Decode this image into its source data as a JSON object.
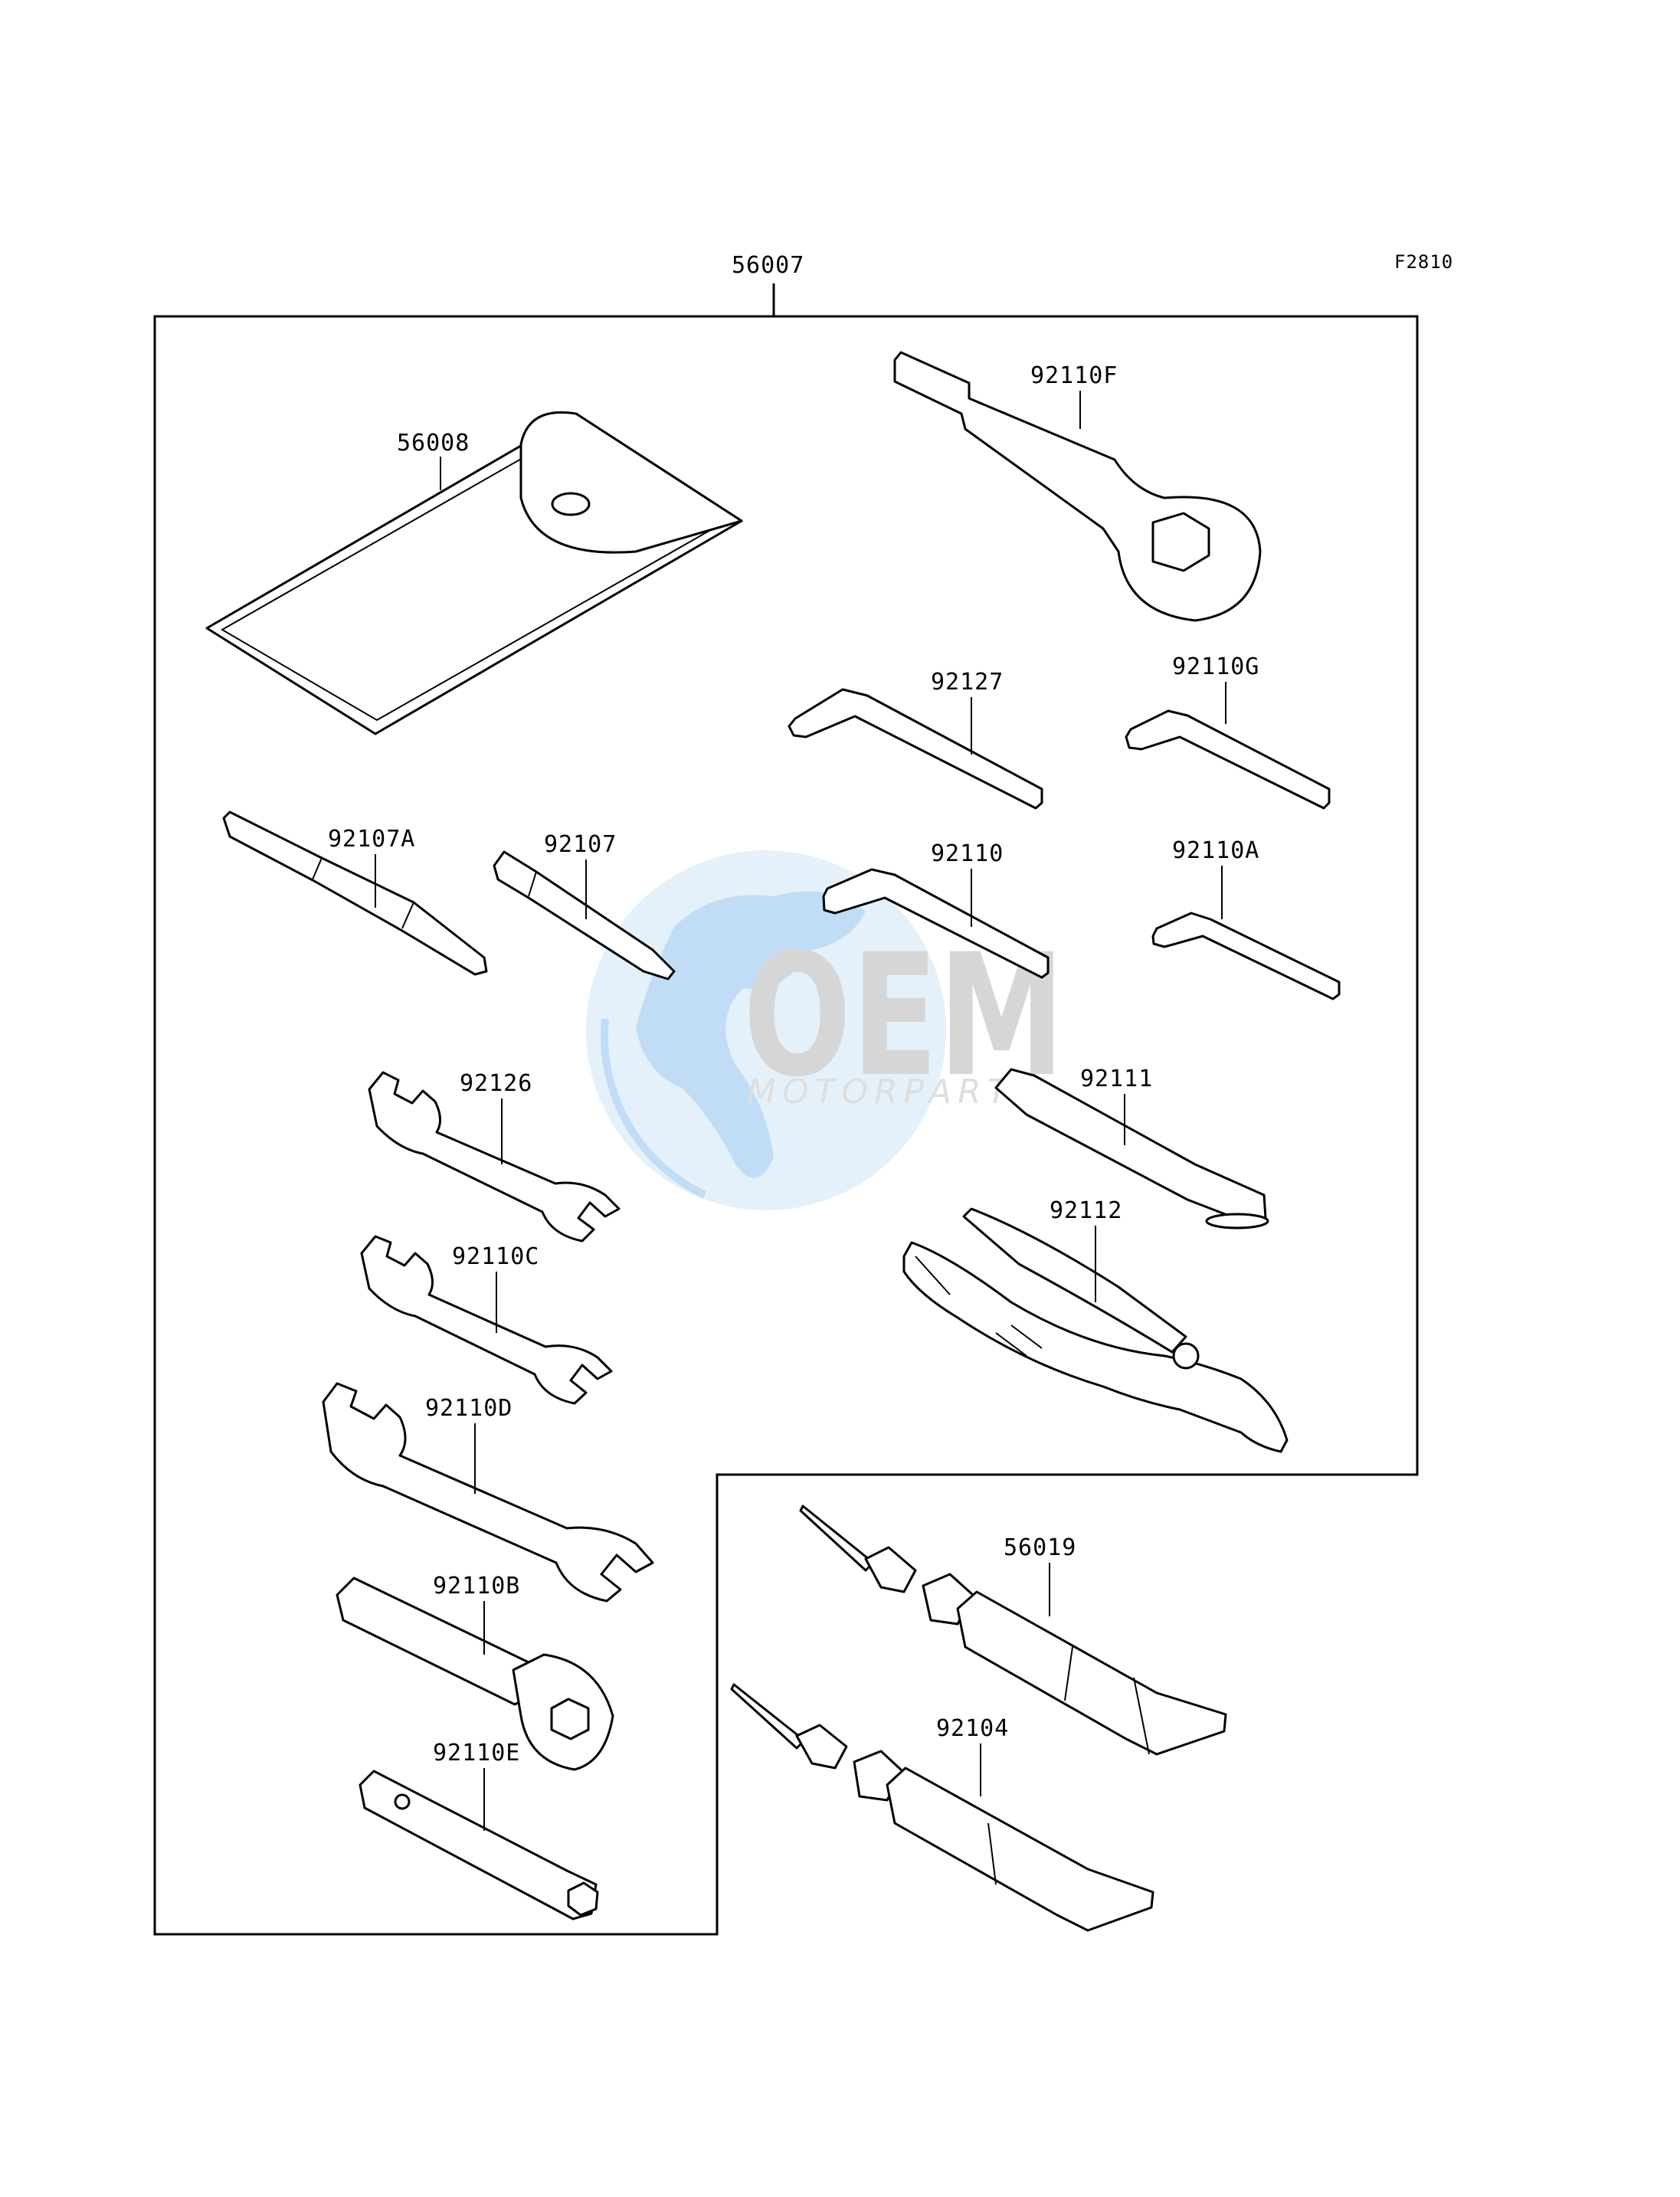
{
  "figure_code": "F2810",
  "assembly_label": "56007",
  "watermark": {
    "brand": "OEM",
    "sub": "MOTORPARTS",
    "colors": {
      "globe": "#8fc3ee",
      "text": "#b5b5b5"
    }
  },
  "parts": {
    "p56008": "56008",
    "p92110F": "92110F",
    "p92127": "92127",
    "p92110G": "92110G",
    "p92107A": "92107A",
    "p92107": "92107",
    "p92110": "92110",
    "p92110A": "92110A",
    "p92126": "92126",
    "p92111": "92111",
    "p92112": "92112",
    "p92110C": "92110C",
    "p92110D": "92110D",
    "p56019": "56019",
    "p92110B": "92110B",
    "p92104": "92104",
    "p92110E": "92110E"
  }
}
